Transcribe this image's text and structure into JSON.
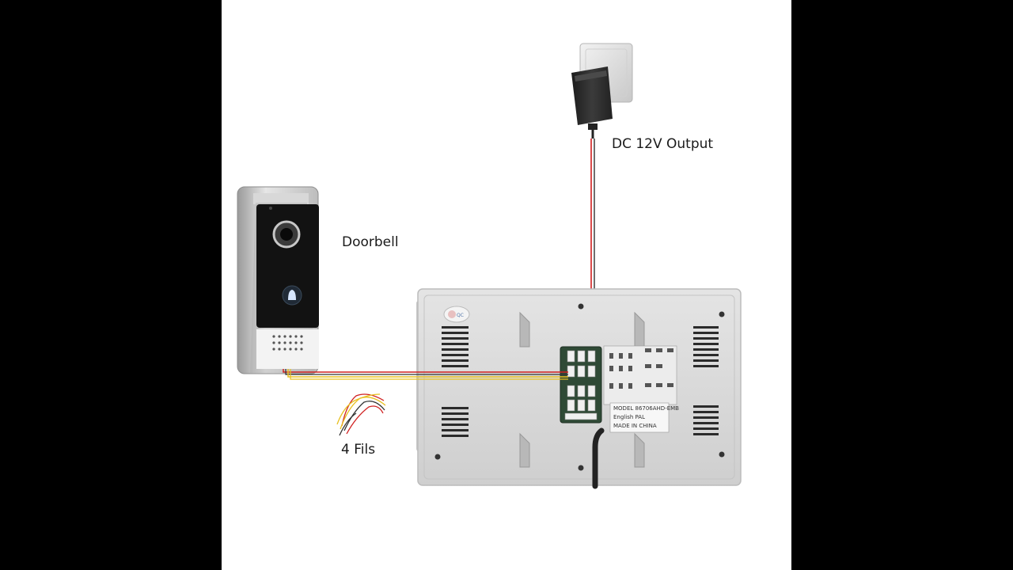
{
  "labels": {
    "power": "DC 12V Output",
    "doorbell": "Doorbell",
    "wires": "4 Fils"
  },
  "monitor_label": {
    "line1": "MODEL 86706AHD-EMB",
    "line2": "English PAL",
    "line3": "MADE IN CHINA"
  },
  "colors": {
    "background_outer": "#000000",
    "background_panel": "#ffffff",
    "wire_red": "#d02020",
    "wire_yellow": "#e8c020",
    "monitor_body": "#d9d9d9",
    "doorbell_face": "#111111",
    "adapter": "#2a2a2a"
  }
}
